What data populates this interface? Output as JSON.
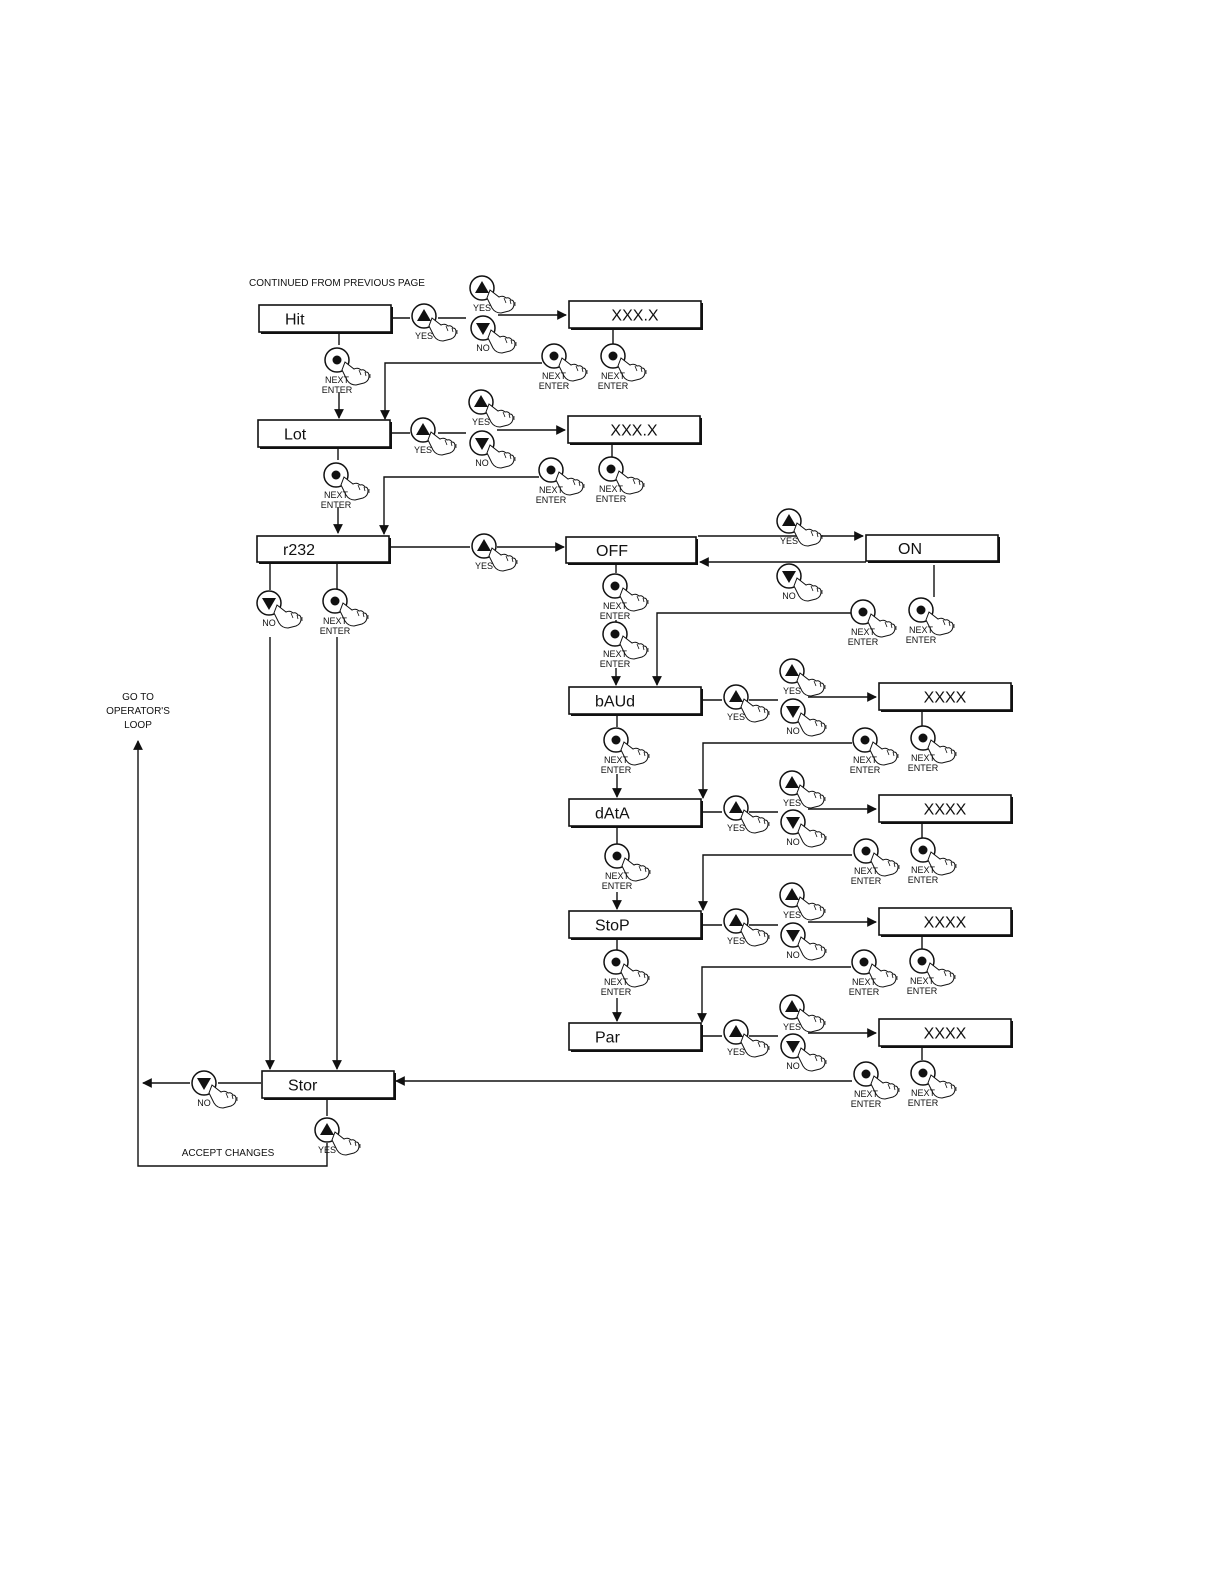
{
  "note": {
    "continued": "CONTINUED FROM PREVIOUS PAGE",
    "goto": [
      "GO TO",
      "OPERATOR'S",
      "LOOP"
    ],
    "accept": "ACCEPT CHANGES"
  },
  "labels": {
    "yes": "YES",
    "no": "NO",
    "next": "NEXT",
    "enter": "ENTER"
  },
  "menus": {
    "hit": "Hit",
    "lot": "Lot",
    "r232": "r232",
    "stor": "Stor",
    "baud": "bAUd",
    "data": "dAtA",
    "stop": "StoP",
    "par": "Par"
  },
  "values": {
    "hit": "XXX.X",
    "lot": "XXX.X",
    "off": "OFF",
    "on": "ON",
    "baud": "XXXX",
    "data": "XXXX",
    "stop": "XXXX",
    "par": "XXXX"
  },
  "icons": [
    "up-arrow-button-icon",
    "down-arrow-button-icon",
    "next-enter-button-icon",
    "pointing-hand-icon"
  ]
}
